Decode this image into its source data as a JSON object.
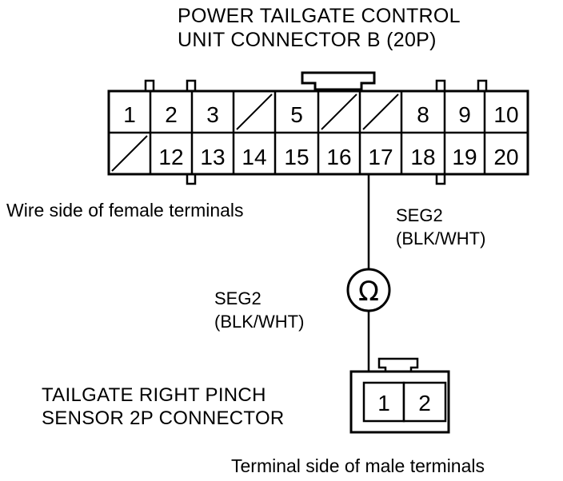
{
  "ecu_connector": {
    "title_line1": "POWER TAILGATE CONTROL",
    "title_line2": "UNIT CONNECTOR B (20P)",
    "side_label": "Wire side of female terminals",
    "row1": [
      "1",
      "2",
      "3",
      "",
      "5",
      "",
      "",
      "8",
      "9",
      "10"
    ],
    "row2": [
      "",
      "12",
      "13",
      "14",
      "15",
      "16",
      "17",
      "18",
      "19",
      "20"
    ],
    "empty_terminals": [
      4,
      6,
      7,
      11
    ]
  },
  "wire_upper": {
    "line1": "SEG2",
    "line2": "(BLK/WHT)"
  },
  "meter": {
    "symbol": "Ω",
    "icon": "ohmmeter-icon"
  },
  "wire_lower": {
    "line1": "SEG2",
    "line2": "(BLK/WHT)"
  },
  "sensor_connector": {
    "title_line1": "TAILGATE RIGHT PINCH",
    "title_line2": "SENSOR 2P CONNECTOR",
    "side_label": "Terminal side of male terminals",
    "terminals": [
      "1",
      "2"
    ]
  },
  "colors": {
    "line": "#000000",
    "background": "#ffffff"
  }
}
